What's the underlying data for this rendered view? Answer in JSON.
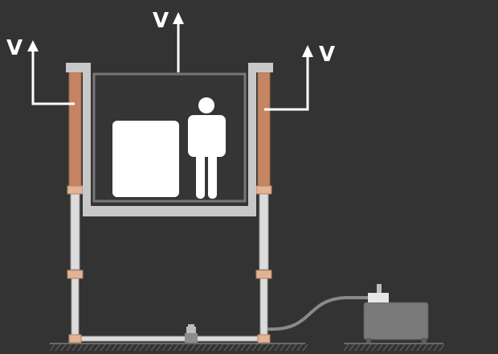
{
  "labels": {
    "velocity_left": "V",
    "velocity_center": "V",
    "velocity_right": "V"
  },
  "colors": {
    "background": "#333333",
    "frame": "#c8c8c8",
    "cabin_border": "#777777",
    "cabin_fill": "#353535",
    "cylinder_upper": "#c58462",
    "cylinder_lower": "#dcdcdc",
    "collar": "#e2b394",
    "arrow": "#ffffff",
    "load": "#ffffff",
    "pump": "#7a7a7a",
    "hose": "#8a8a8a",
    "ground": "#6a6a6a"
  },
  "icons": {
    "person": "person-icon",
    "cargo": "cargo-box-icon",
    "pump": "hydraulic-pump-icon"
  }
}
